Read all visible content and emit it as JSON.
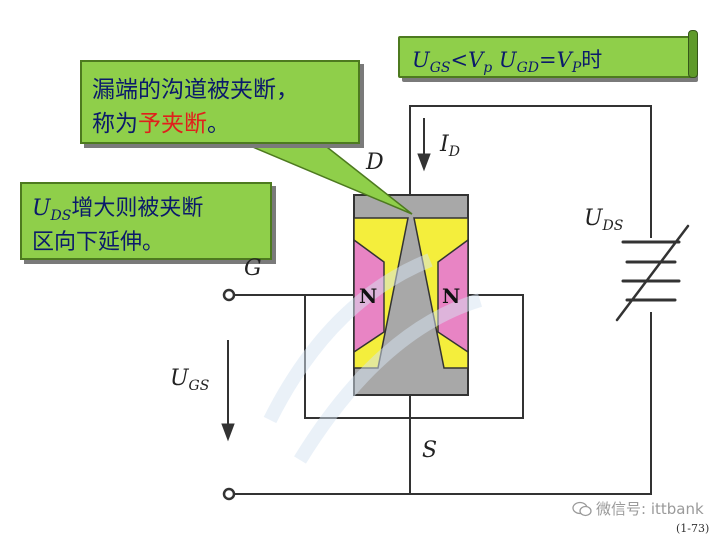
{
  "top_note": {
    "eq_u": "U",
    "eq_gs": "GS",
    "eq_lt": "<",
    "eq_v": "V",
    "eq_p": "p",
    "eq_space": " ",
    "eq_u2": "U",
    "eq_gd": "GD",
    "eq_eq": "=",
    "eq_v2": "V",
    "eq_p2": "P",
    "eq_zh": "时"
  },
  "pinch_note": {
    "line1": "漏端的沟道被夹断，",
    "line2_prefix": "称为",
    "line2_highlight": "予夹断",
    "line2_suffix": "。"
  },
  "ds_note": {
    "line1_u": "U",
    "line1_sub": "DS",
    "line1_text": "增大则被夹断",
    "line2": "区向下延伸。"
  },
  "labels": {
    "drain": "D",
    "gate": "G",
    "source": "S",
    "id_main": "I",
    "id_sub": "D",
    "uds_main": "U",
    "uds_sub": "DS",
    "ugs_main": "U",
    "ugs_sub": "GS",
    "n_left": "N",
    "n_right": "N"
  },
  "watermark": "微信号: ittbank",
  "figure_number": "(1-73)",
  "colors": {
    "callout_fill": "#8fcf4a",
    "n_region": "#e884c4",
    "depletion": "#f4ee3c",
    "channel": "#a8a8a8"
  }
}
